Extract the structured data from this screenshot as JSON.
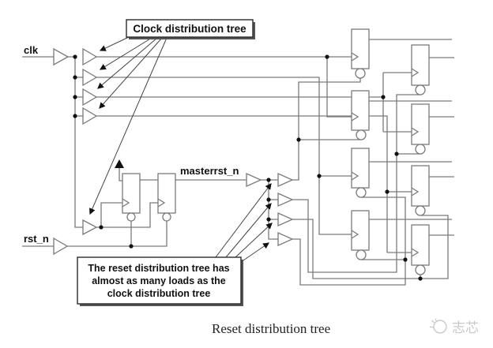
{
  "labels": {
    "clk": "clk",
    "rst_n": "rst_n",
    "masterrst_n": "masterrst_n"
  },
  "callouts": {
    "clock_tree": "Clock distribution tree",
    "reset_note_line1": "The reset distribution tree has",
    "reset_note_line2": "almost as many loads as the",
    "reset_note_line3": "clock distribution tree"
  },
  "caption": "Reset distribution tree",
  "watermark": {
    "text": "志芯"
  },
  "icons": {
    "buffer": "triangle-buffer",
    "flipflop": "rect-with-clock-chevron-and-reset-bubble",
    "junction": "solid-dot",
    "tie_high": "black-up-arrow",
    "callout_arrow": "thin-arrow"
  },
  "colors": {
    "wire": "#7a7a7a",
    "ink": "#111111",
    "box_border": "#2b2b2b",
    "box_shadow": "#555555",
    "watermark": "#c9c9c9",
    "background": "#ffffff"
  }
}
